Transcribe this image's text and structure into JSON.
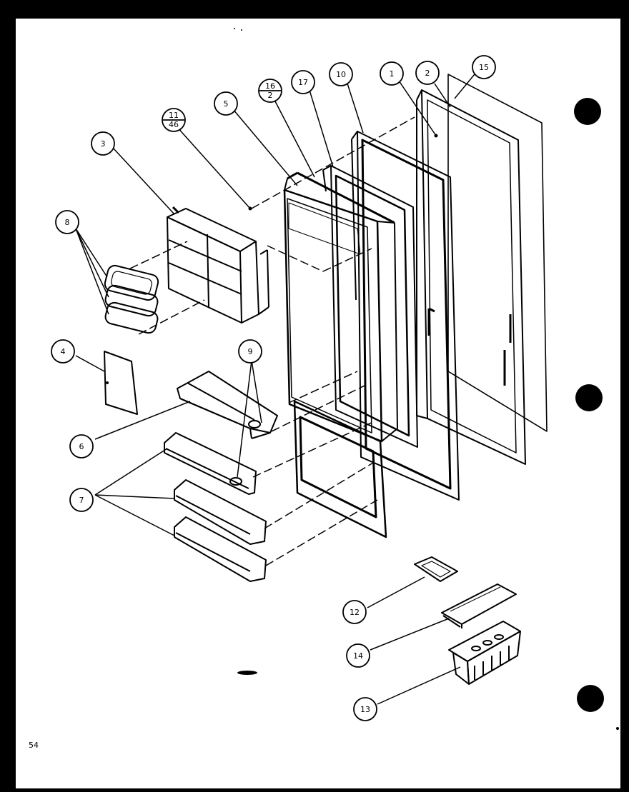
{
  "diagram": {
    "page_number": "54",
    "callouts": [
      {
        "id": "c1",
        "label": "1"
      },
      {
        "id": "c2",
        "label": "2"
      },
      {
        "id": "c3",
        "label": "3"
      },
      {
        "id": "c4",
        "label": "4"
      },
      {
        "id": "c5",
        "label": "5"
      },
      {
        "id": "c6",
        "label": "6"
      },
      {
        "id": "c7",
        "label": "7"
      },
      {
        "id": "c8",
        "label": "8"
      },
      {
        "id": "c9",
        "label": "9"
      },
      {
        "id": "c10",
        "label": "10"
      },
      {
        "id": "c12",
        "label": "12"
      },
      {
        "id": "c13",
        "label": "13"
      },
      {
        "id": "c14",
        "label": "14"
      },
      {
        "id": "c15",
        "label": "15"
      },
      {
        "id": "c17",
        "label": "17"
      }
    ],
    "fraction_callouts": [
      {
        "id": "f1",
        "top": "11",
        "bottom": "46"
      },
      {
        "id": "f2",
        "top": "16",
        "bottom": "2"
      }
    ]
  }
}
